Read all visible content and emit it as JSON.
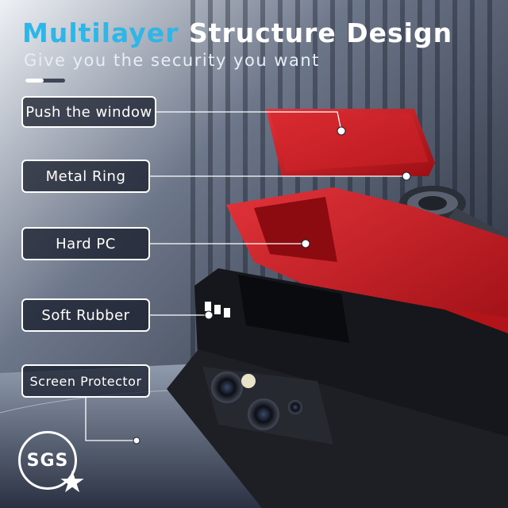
{
  "headline": {
    "accent": "Multilayer",
    "rest": "Structure Design"
  },
  "subtitle": "Give you the security you want",
  "progress": {
    "fraction": 0.45
  },
  "labels": {
    "push_window": "Push the window",
    "metal_ring": "Metal Ring",
    "hard_pc": "Hard PC",
    "soft_rubber": "Soft Rubber",
    "screen_protector": "Screen Protector"
  },
  "badge": {
    "text": "SGS",
    "icon": "star-icon"
  },
  "colors": {
    "accent": "#2fb6e8",
    "case_red": "#c8151b",
    "label_border": "#ffffff",
    "background": "#1b2130"
  }
}
